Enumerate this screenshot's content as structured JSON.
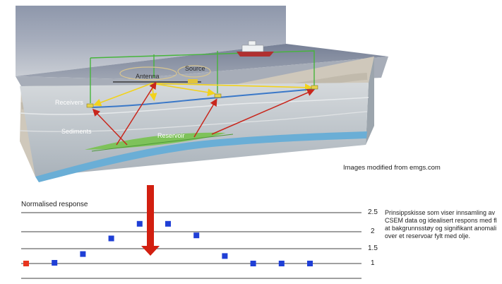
{
  "labels": {
    "antenna": "Antenna",
    "source": "Source",
    "receivers": "Receivers",
    "sediments": "Sediments",
    "reservoir": "Reservoir",
    "credit": "Images modified from emgs.com"
  },
  "response": {
    "title": "Normalised response",
    "caption": "Prinsippskisse som viser innsamling av CSEM data og idealisert respons med fl at bakgrunnsstøy og signifikant anomali over et reservoar fylt med olje."
  },
  "chart_data": {
    "type": "scatter",
    "title": "Normalised response",
    "y_ticks": [
      2.5,
      2,
      1.5,
      1
    ],
    "ylim": [
      0.6,
      2.5
    ],
    "first_point_color": "#e8351f",
    "point_color": "#1f3fd6",
    "arrow_color": "#d21f10",
    "points": [
      {
        "x": 1,
        "y": 1.0
      },
      {
        "x": 2,
        "y": 1.02
      },
      {
        "x": 3,
        "y": 1.28
      },
      {
        "x": 4,
        "y": 1.74
      },
      {
        "x": 5,
        "y": 2.17
      },
      {
        "x": 6,
        "y": 2.17
      },
      {
        "x": 7,
        "y": 1.83
      },
      {
        "x": 8,
        "y": 1.22
      },
      {
        "x": 9,
        "y": 1.0
      },
      {
        "x": 10,
        "y": 1.0
      },
      {
        "x": 11,
        "y": 1.0
      }
    ]
  },
  "colors": {
    "sky_top": "#8e97ab",
    "sea_surface": "#6f7990",
    "seabed": "#cfc8bb",
    "block_front": "#bfc6cc",
    "reservoir": "#7ec25a",
    "water_layer": "#6aaed6",
    "signal_yellow": "#f2d21c",
    "ray_red": "#c8261c",
    "cable_green": "#46b53b",
    "receiver_line": "#3a78c8"
  },
  "icons": [
    "ship-icon",
    "antenna-icon",
    "source-icon",
    "receiver-icon"
  ]
}
